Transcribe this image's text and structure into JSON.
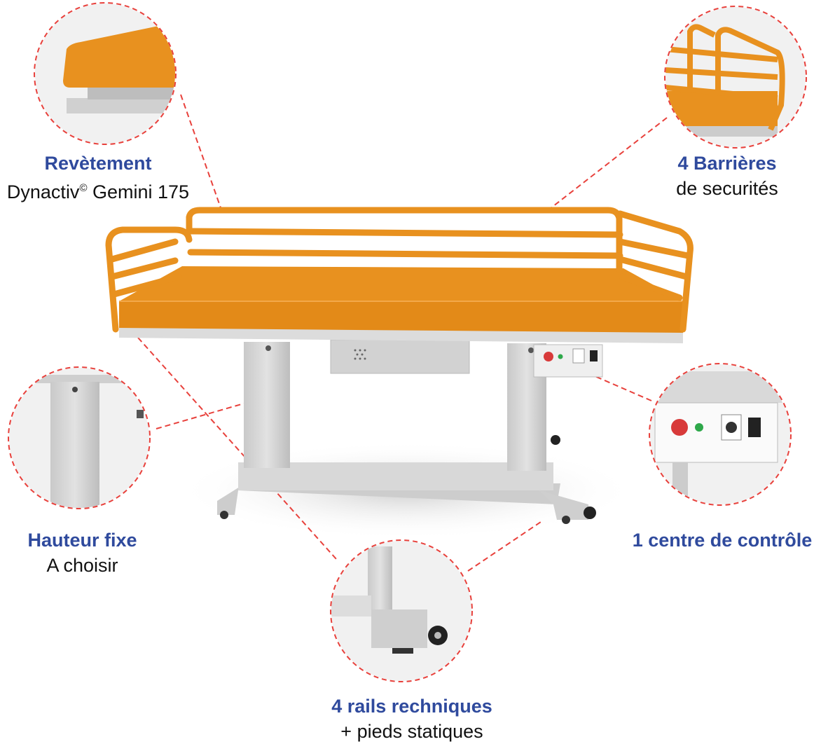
{
  "colors": {
    "accent_blue": "#2f4a9d",
    "mattress_orange": "#e8911f",
    "callout_red": "#e8413c",
    "frame_gray": "#d4d4d4"
  },
  "callouts": [
    {
      "title": "Revètement",
      "subtitle": "Dynactiv",
      "subtitle_mark": "©",
      "subtitle_rest": " Gemini 175"
    },
    {
      "title": "4 Barrières",
      "subtitle": "de securités"
    },
    {
      "title": "Hauteur fixe",
      "subtitle": "A choisir"
    },
    {
      "title": "1 centre de contrôle"
    },
    {
      "title": "4 rails rechniques",
      "subtitle": "+ pieds statiques"
    }
  ]
}
